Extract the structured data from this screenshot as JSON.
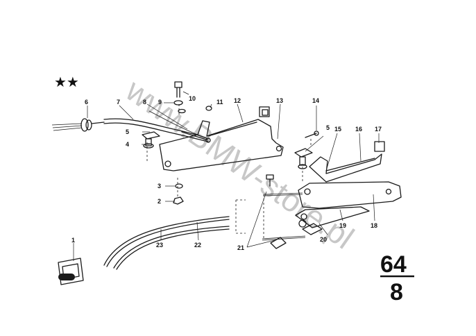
{
  "header": {
    "stars": "★★"
  },
  "watermark": {
    "text": "www.BMW-store.pl"
  },
  "section": {
    "top": "64",
    "bottom": "8"
  },
  "labels": [
    "1",
    "2",
    "3",
    "4",
    "5",
    "5",
    "6",
    "7",
    "8",
    "9",
    "10",
    "11",
    "12",
    "13",
    "14",
    "15",
    "16",
    "17",
    "18",
    "19",
    "20",
    "21",
    "22",
    "23"
  ]
}
